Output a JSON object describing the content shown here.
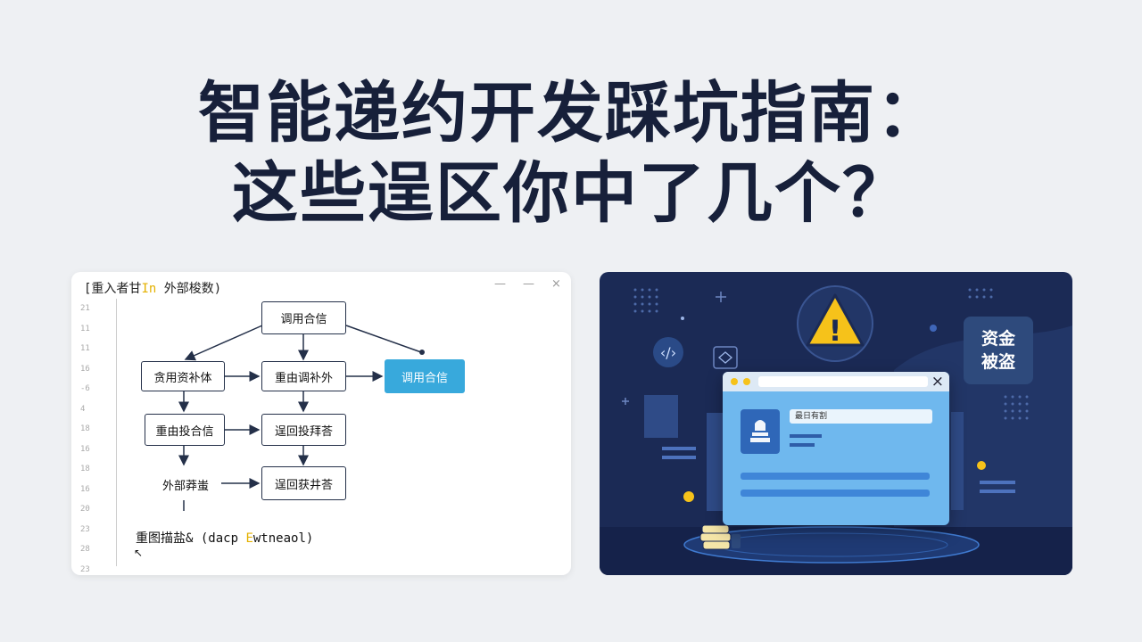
{
  "title": {
    "line1": "智能递约开发踩坑指南：",
    "line2": "这些逞区你中了几个？"
  },
  "left_panel": {
    "header": "[重入者甘",
    "header_tag": "In",
    "header_suffix": "外部梭数)",
    "window_controls": [
      "—",
      "—",
      "×"
    ],
    "line_numbers": [
      "21",
      "11",
      "11",
      "16",
      "-6",
      "4",
      "18",
      "16",
      "18",
      "16",
      "20",
      "23",
      "28",
      "23"
    ],
    "nodes": {
      "top": "调用合信",
      "left1": "贪用资补体",
      "mid1": "重由调补外",
      "right_highlight": "调用合信",
      "left2": "重由投合信",
      "mid2": "逞回投拜荅",
      "left3": "外部莽蚩",
      "mid3": "逞回获井荅"
    },
    "code_prefix": "重图描盐& (dacp ",
    "code_highlight": "E",
    "code_suffix": "wtneaol)"
  },
  "right_panel": {
    "badge_line1": "资金",
    "badge_line2": "被盗",
    "browser_close": "×",
    "browser_input": "最日有割",
    "warning_symbol": "!"
  },
  "colors": {
    "background": "#eef0f3",
    "title": "#17203a",
    "highlight_node": "#38a9dc",
    "dark_panel": "#1b2a55",
    "warning": "#f6c21a",
    "browser": "#6fb8ee"
  }
}
